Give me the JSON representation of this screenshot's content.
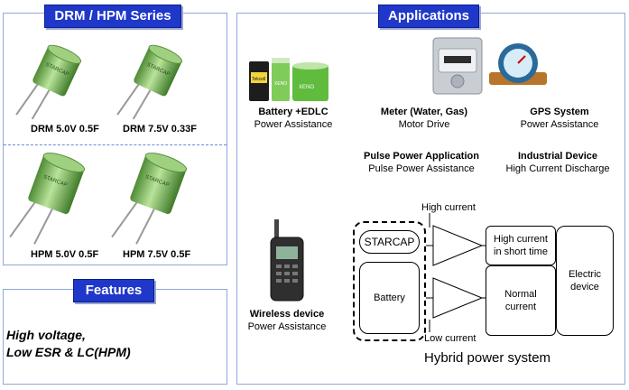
{
  "series_panel": {
    "title": "DRM / HPM Series",
    "products": [
      {
        "label": "DRM 5.0V 0.5F"
      },
      {
        "label": "DRM 7.5V 0.33F"
      },
      {
        "label": "HPM 5.0V 0.5F"
      },
      {
        "label": "HPM 7.5V 0.5F"
      }
    ]
  },
  "features_panel": {
    "title": "Features",
    "lines": [
      "High voltage,",
      "Low ESR & LC(HPM)"
    ]
  },
  "applications_panel": {
    "title": "Applications",
    "items": [
      {
        "name": "Battery +EDLC",
        "desc": "Power Assistance"
      },
      {
        "name": "Meter (Water, Gas)",
        "desc": "Motor Drive"
      },
      {
        "name": "GPS System",
        "desc": "Power Assistance"
      },
      {
        "name": "Pulse Power Application",
        "desc": "Pulse Power Assistance"
      },
      {
        "name": "Industrial Device",
        "desc": "High Current Discharge"
      },
      {
        "name": "Wireless device",
        "desc": "Power Assistance"
      }
    ],
    "product_prints": {
      "cell_brand": "Tekcell",
      "cell_brand2": "XENO",
      "cap_brand": "STARCAP"
    },
    "diagram": {
      "starcap": "STARCAP",
      "battery": "Battery",
      "high_current": "High current",
      "low_current": "Low current",
      "high_current_short": "High current in short time",
      "normal_current": "Normal current",
      "electric_device": "Electric device",
      "caption": "Hybrid power system"
    }
  }
}
